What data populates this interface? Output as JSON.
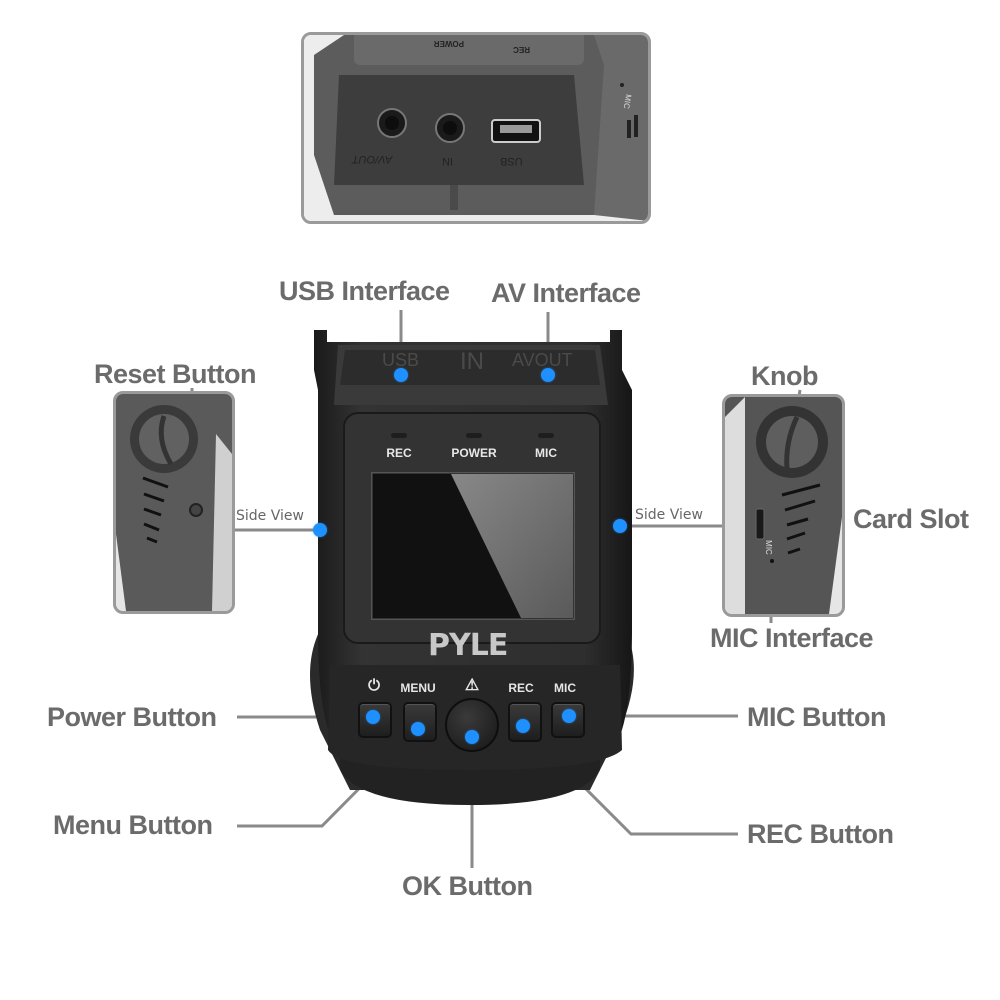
{
  "brand": "PYLE",
  "colors": {
    "accent_dot": "#1e90ff",
    "callout_text": "#6b6b6b",
    "leader_line": "#8a8a8a",
    "device_body": "#2a2a2a"
  },
  "top_photo": {
    "labels": [
      "POWER",
      "REC",
      "AV/OUT",
      "IN",
      "USB",
      "MIC"
    ]
  },
  "device": {
    "port_labels": {
      "usb": "USB",
      "in": "IN",
      "avout": "AVOUT"
    },
    "leds": [
      {
        "label": "REC"
      },
      {
        "label": "POWER"
      },
      {
        "label": "MIC"
      }
    ],
    "logo": "PYLE",
    "buttons": [
      {
        "label": "power-icon",
        "glyph": "⏻"
      },
      {
        "label": "MENU"
      },
      {
        "label": "emergency-icon",
        "glyph": "⚠"
      },
      {
        "label": "REC"
      },
      {
        "label": "MIC"
      }
    ]
  },
  "side_views": {
    "left_caption": "Side View",
    "right_caption": "Side View",
    "right_mic_mark": "MIC"
  },
  "callouts": {
    "usb_interface": "USB Interface",
    "av_interface": "AV Interface",
    "reset_button": "Reset Button",
    "knob": "Knob",
    "card_slot": "Card Slot",
    "mic_interface": "MIC Interface",
    "power_button": "Power Button",
    "mic_button": "MIC Button",
    "menu_button": "Menu Button",
    "rec_button": "REC Button",
    "ok_button": "OK Button"
  }
}
